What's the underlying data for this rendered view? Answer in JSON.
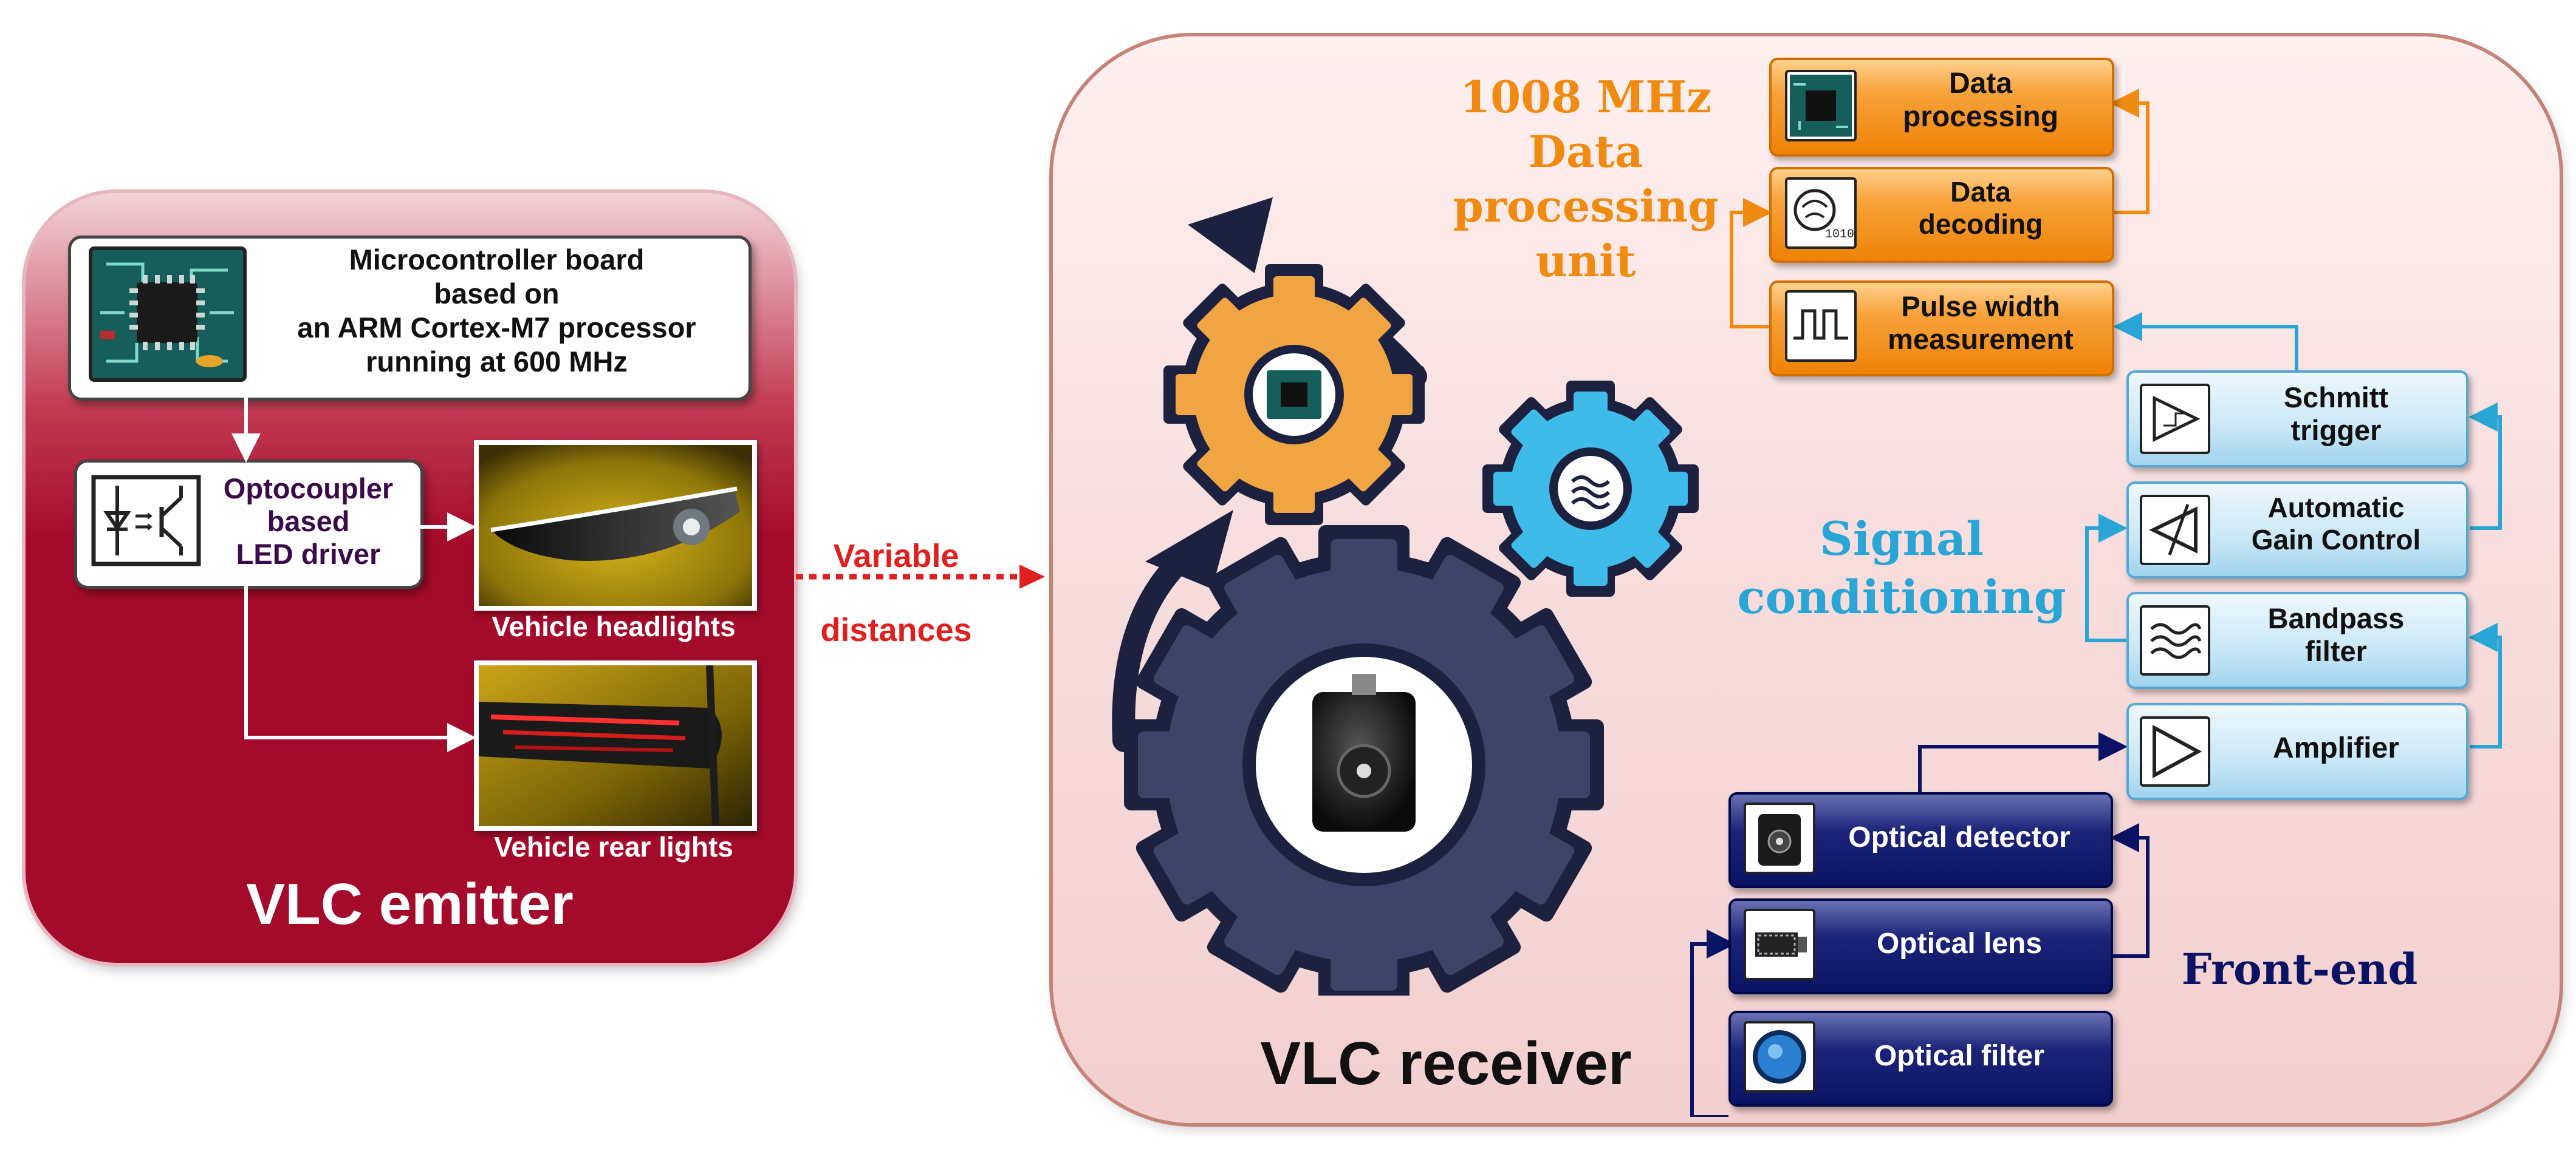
{
  "emitter": {
    "title": "VLC emitter",
    "mcu_line1": "Microcontroller board",
    "mcu_line2": "based on",
    "mcu_line3": "an ARM Cortex-M7 processor",
    "mcu_line4": "running at 600 MHz",
    "driver_line1": "Optocoupler",
    "driver_line2": "based",
    "driver_line3": "LED driver",
    "headlights_label": "Vehicle headlights",
    "rearlights_label": "Vehicle rear lights"
  },
  "link": {
    "line1": "Variable",
    "line2": "distances"
  },
  "receiver": {
    "title": "VLC receiver",
    "processing_heading": [
      "1008 MHz",
      "Data",
      "processing",
      "unit"
    ],
    "signal_heading": [
      "Signal",
      "conditioning"
    ],
    "frontend_heading": "Front-end",
    "blocks": {
      "data_processing": [
        "Data",
        "processing"
      ],
      "data_decoding": [
        "Data",
        "decoding"
      ],
      "pulse_width": [
        "Pulse width",
        "measurement"
      ],
      "schmitt": [
        "Schmitt",
        "trigger"
      ],
      "agc": [
        "Automatic",
        "Gain Control"
      ],
      "bandpass": [
        "Bandpass",
        "filter"
      ],
      "amplifier": "Amplifier",
      "optical_detector": "Optical detector",
      "optical_lens": "Optical lens",
      "optical_filter": "Optical filter"
    }
  },
  "colors": {
    "emitter_red": "#a40b2a",
    "orange": "#f08a10",
    "cyan": "#2aa6d6",
    "navy": "#0b1364",
    "link_red": "#e0201e"
  }
}
